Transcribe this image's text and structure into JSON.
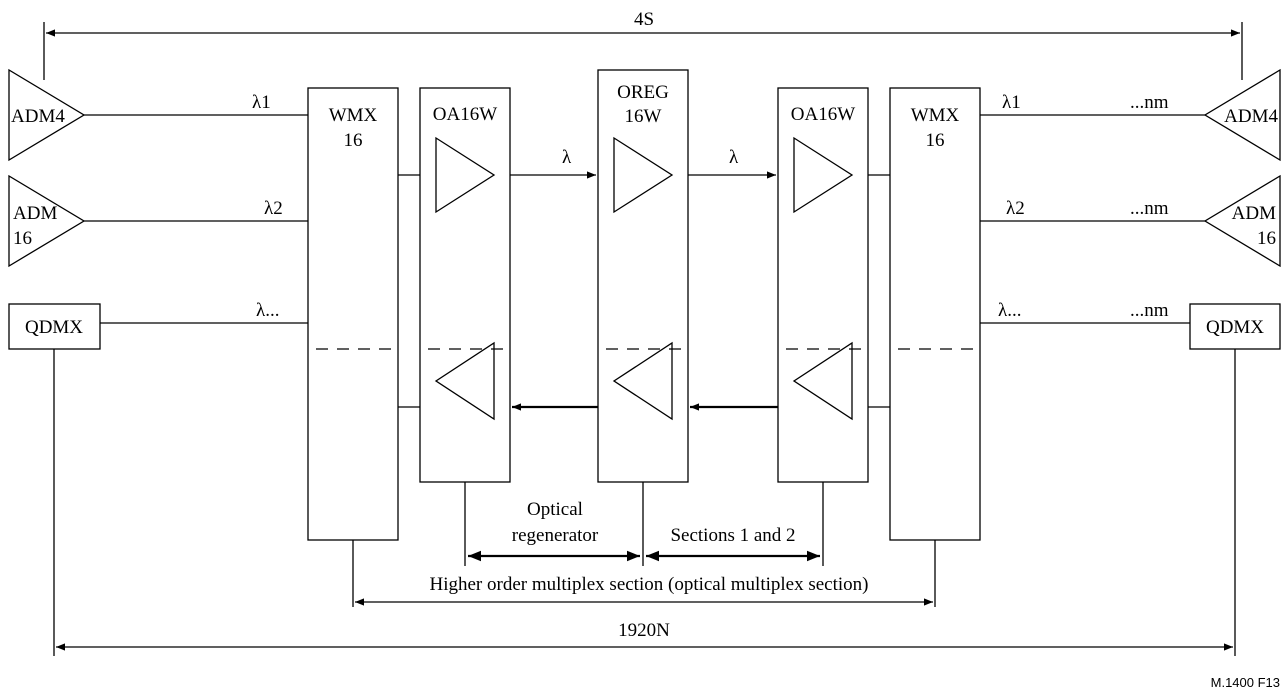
{
  "spans": {
    "top": "4S",
    "bottom": "1920N",
    "higher_order": "Higher order multiplex section (optical multiplex section)",
    "regenerator_line1": "Optical",
    "regenerator_line2": "regenerator",
    "sections": "Sections 1 and 2"
  },
  "left_terminals": {
    "adm4": "ADM4",
    "adm16_line1": "ADM",
    "adm16_line2": "16",
    "qdmx": "QDMX"
  },
  "right_terminals": {
    "adm4": "ADM4",
    "adm16_line1": "ADM",
    "adm16_line2": "16",
    "qdmx": "QDMX"
  },
  "wavelengths_left": [
    "λ1",
    "λ2",
    "λ..."
  ],
  "wavelengths_right": [
    "λ1",
    "λ2",
    "λ..."
  ],
  "wavelength_suffix": [
    "...nm",
    "...nm",
    "...nm"
  ],
  "blocks": {
    "wmx_left_line1": "WMX",
    "wmx_left_line2": "16",
    "oa_left": "OA16W",
    "oreg_line1": "OREG",
    "oreg_line2": "16W",
    "oa_right": "OA16W",
    "wmx_right_line1": "WMX",
    "wmx_right_line2": "16"
  },
  "link_labels": [
    "λ",
    "λ"
  ],
  "figure_id": "M.1400  F13"
}
